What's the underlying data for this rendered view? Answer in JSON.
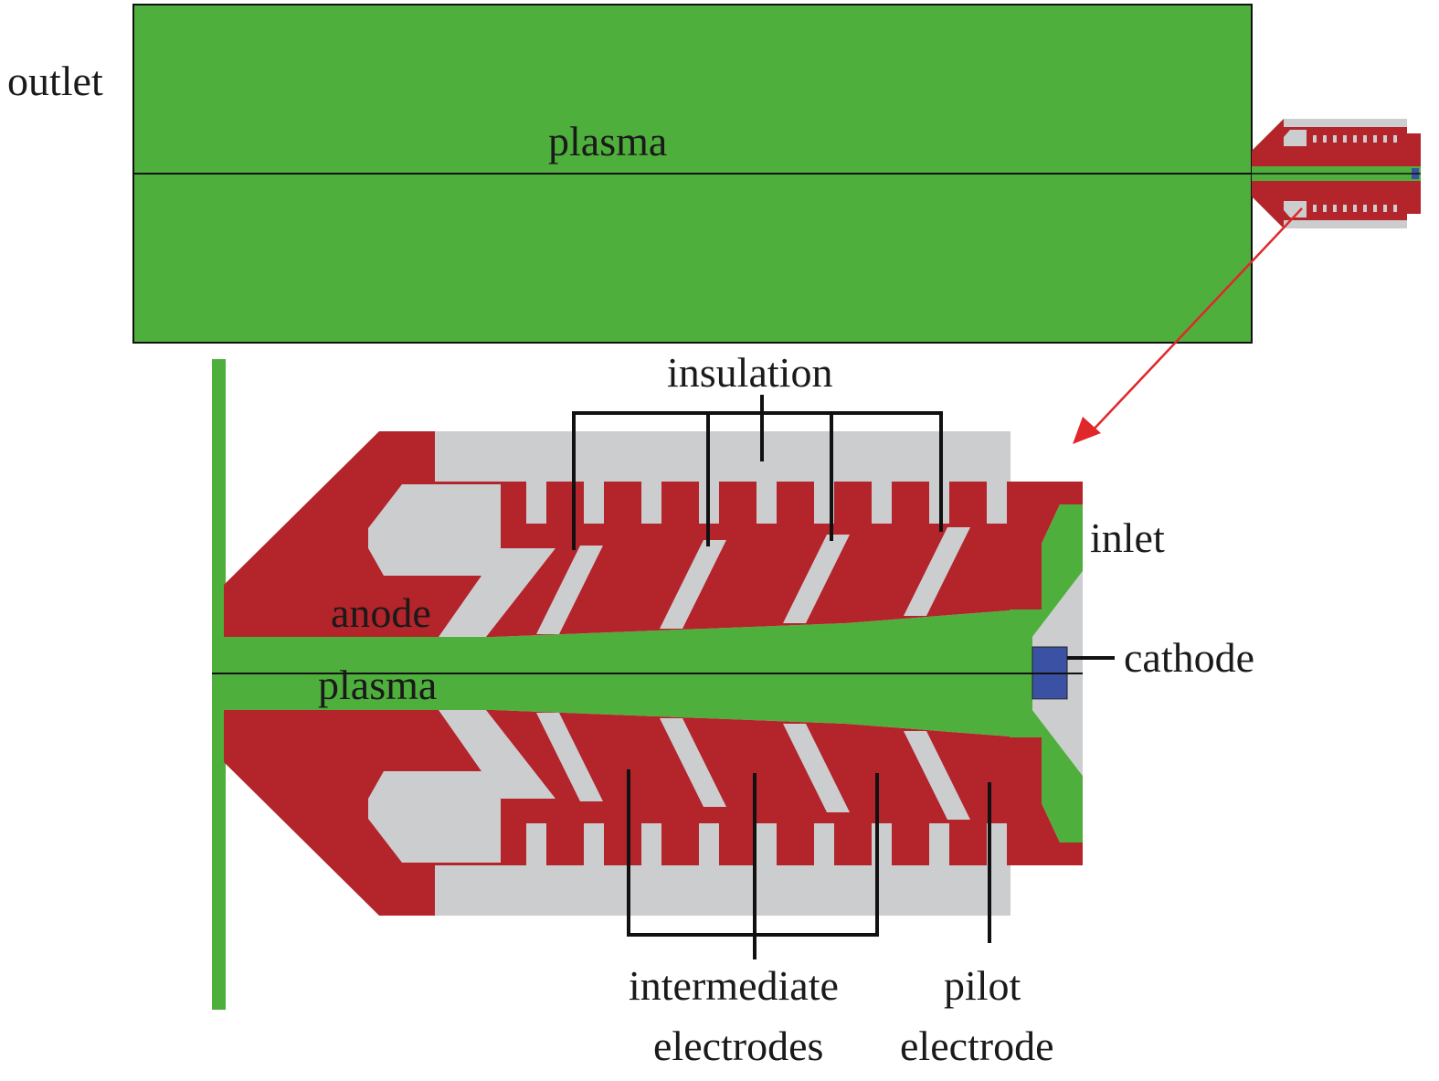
{
  "colors": {
    "plasma": "#4faf3c",
    "electrode": "#b3242b",
    "insulation": "#cccdcf",
    "cathode": "#3a51a4",
    "arrow": "#e0282a",
    "line": "#111111"
  },
  "labels": {
    "outlet": "outlet",
    "plasma_top": "plasma",
    "insulation": "insulation",
    "inlet": "inlet",
    "anode": "anode",
    "plasma_detail": "plasma",
    "cathode": "cathode",
    "intermediate_line1": "intermediate",
    "intermediate_line2": "electrodes",
    "pilot_line1": "pilot",
    "pilot_line2": "electrode"
  }
}
